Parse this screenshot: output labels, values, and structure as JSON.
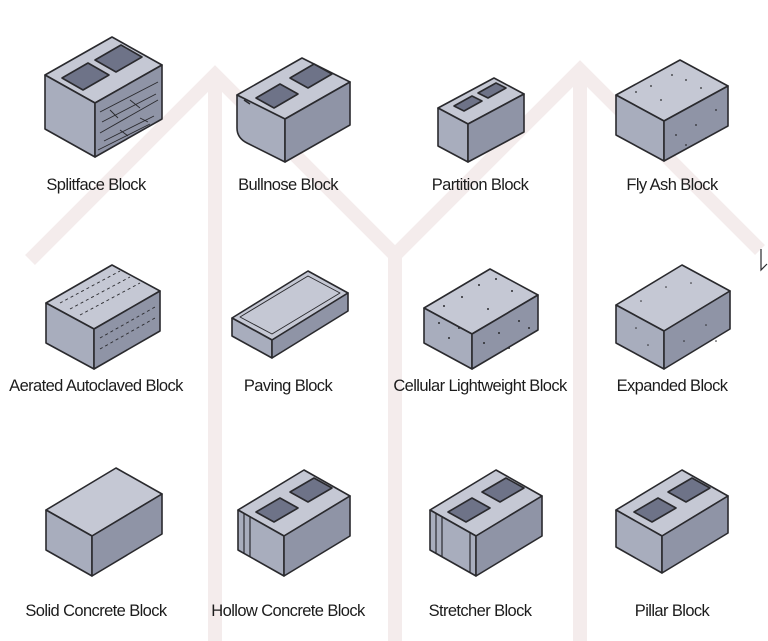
{
  "colors": {
    "top_face": "#c5c8d4",
    "front_face": "#a8adbd",
    "side_face": "#8f94a6",
    "hole_inner": "#6e7388",
    "outline": "#2a2a2e",
    "watermark": "#f6eeee"
  },
  "blocks": [
    {
      "label": "Splitface Block",
      "icon": "splitface-block-icon"
    },
    {
      "label": "Bullnose Block",
      "icon": "bullnose-block-icon"
    },
    {
      "label": "Partition Block",
      "icon": "partition-block-icon"
    },
    {
      "label": "Fly Ash Block",
      "icon": "fly-ash-block-icon"
    },
    {
      "label": "Aerated Autoclaved Block",
      "icon": "aerated-autoclaved-block-icon"
    },
    {
      "label": "Paving Block",
      "icon": "paving-block-icon"
    },
    {
      "label": "Cellular Lightweight Block",
      "icon": "cellular-lightweight-block-icon"
    },
    {
      "label": "Expanded Block",
      "icon": "expanded-block-icon"
    },
    {
      "label": "Solid Concrete Block",
      "icon": "solid-concrete-block-icon"
    },
    {
      "label": "Hollow Concrete Block",
      "icon": "hollow-concrete-block-icon"
    },
    {
      "label": "Stretcher Block",
      "icon": "stretcher-block-icon"
    },
    {
      "label": "Pillar Block",
      "icon": "pillar-block-icon"
    }
  ],
  "cursor": {
    "icon": "mouse-pointer-icon"
  }
}
